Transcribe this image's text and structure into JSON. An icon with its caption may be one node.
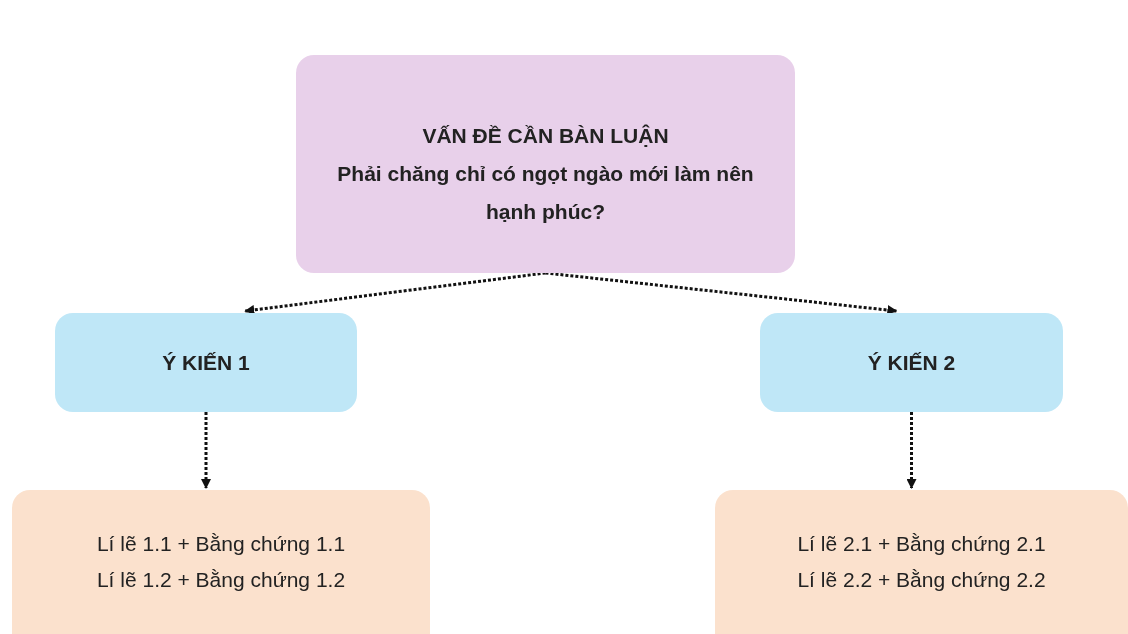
{
  "diagram": {
    "nodes": [
      {
        "text": [
          "VẤN ĐỀ CẦN BÀN LUẬN",
          "Phải chăng chỉ có ngọt ngào mới làm nên hạnh phúc?"
        ]
      },
      {
        "text": [
          "Ý KIẾN 1"
        ]
      },
      {
        "text": [
          "Ý KIẾN 2"
        ]
      },
      {
        "text": [
          "Lí lẽ 1.1 + Bằng chứng 1.1",
          "Lí lẽ 1.2 + Bằng chứng 1.2"
        ]
      },
      {
        "text": [
          "Lí lẽ 2.1 + Bằng chứng 2.1",
          "Lí lẽ 2.2 + Bằng chứng 2.2"
        ]
      }
    ],
    "edges": [
      {
        "from": 0,
        "to": 1,
        "arrow": "to",
        "style": "dashed"
      },
      {
        "from": 0,
        "to": 2,
        "arrow": "to",
        "style": "dashed"
      },
      {
        "from": 1,
        "to": 3,
        "arrow": "to",
        "style": "dashed"
      },
      {
        "from": 2,
        "to": 4,
        "arrow": "to",
        "style": "dashed"
      }
    ]
  }
}
